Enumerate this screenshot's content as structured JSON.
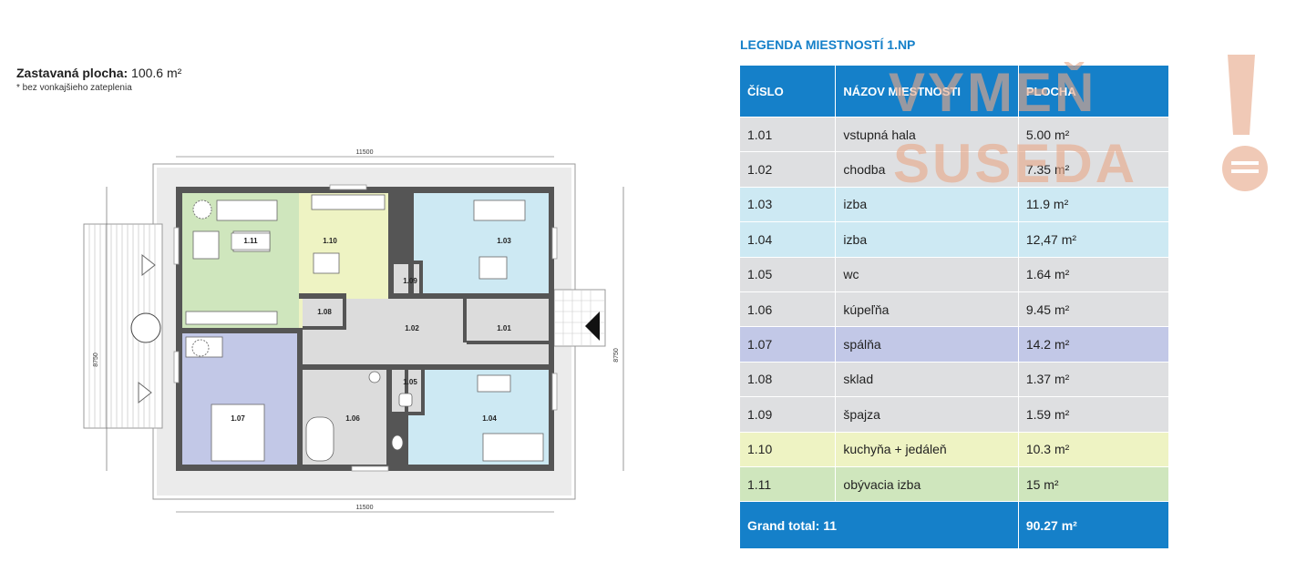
{
  "header": {
    "area_label": "Zastavaná plocha:",
    "area_value": "100.6 m²",
    "note": "* bez vonkajšieho zateplenia"
  },
  "plan": {
    "dim_width": "11500",
    "dim_depth": "8750",
    "rooms": [
      "1.01",
      "1.02",
      "1.03",
      "1.04",
      "1.05",
      "1.06",
      "1.07",
      "1.08",
      "1.09",
      "1.10",
      "1.11"
    ]
  },
  "legend": {
    "title": "LEGENDA MIESTNOSTÍ 1.NP",
    "headers": [
      "ČÍSLO",
      "NÁZOV MIESTNOSTI",
      "PLOCHA"
    ],
    "rows": [
      {
        "num": "1.01",
        "name": "vstupná hala",
        "area": "5.00 m²",
        "color": "#dedfe1"
      },
      {
        "num": "1.02",
        "name": "chodba",
        "area": "7.35  m²",
        "color": "#dedfe1"
      },
      {
        "num": "1.03",
        "name": "izba",
        "area": "11.9  m²",
        "color": "#cde9f3"
      },
      {
        "num": "1.04",
        "name": "izba",
        "area": "12,47 m²",
        "color": "#cde9f3"
      },
      {
        "num": "1.05",
        "name": "wc",
        "area": "1.64 m²",
        "color": "#dedfe1"
      },
      {
        "num": "1.06",
        "name": "kúpeľňa",
        "area": "9.45 m²",
        "color": "#dedfe1"
      },
      {
        "num": "1.07",
        "name": "spálňa",
        "area": "14.2  m²",
        "color": "#c2c8e7"
      },
      {
        "num": "1.08",
        "name": "sklad",
        "area": "1.37 m²",
        "color": "#dedfe1"
      },
      {
        "num": "1.09",
        "name": "špajza",
        "area": "1.59  m²",
        "color": "#dedfe1"
      },
      {
        "num": "1.10",
        "name": "kuchyňa + jedáleň",
        "area": "10.3 m²",
        "color": "#eef3c3"
      },
      {
        "num": "1.11",
        "name": "obývacia izba",
        "area": "15 m²",
        "color": "#cfe6bd"
      }
    ],
    "total_label": "Grand total: 11",
    "total_value": "90.27  m²"
  },
  "watermark": {
    "line1": "VYMEŇ",
    "line2": "SUSEDA"
  }
}
